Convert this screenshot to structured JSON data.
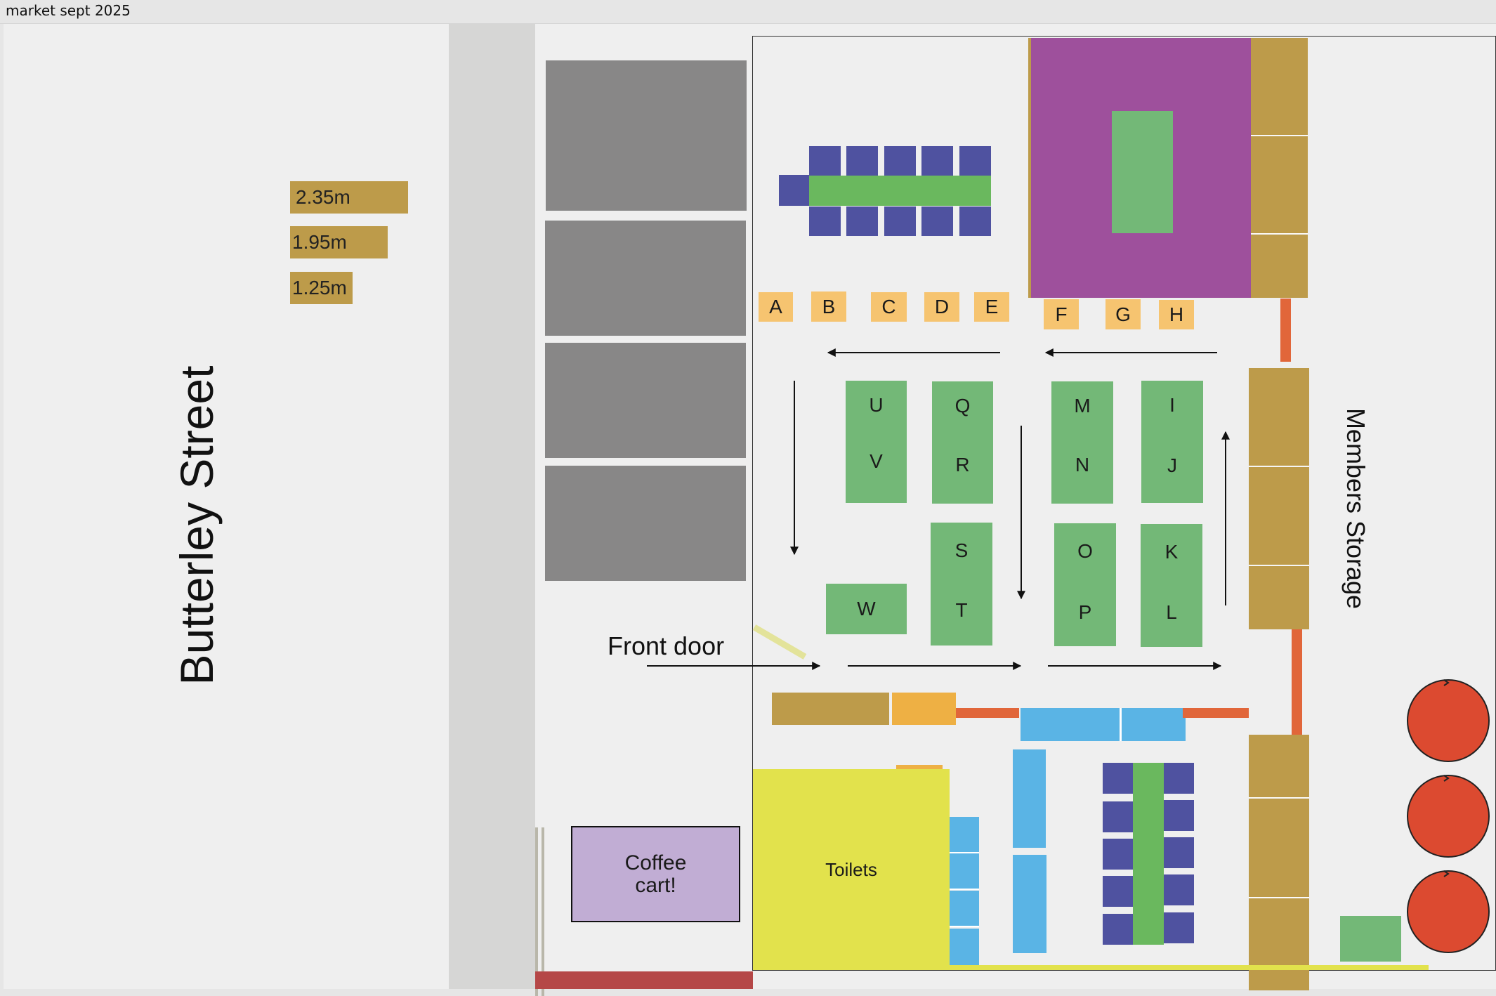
{
  "window": {
    "title": "market sept 2025"
  },
  "street": {
    "label": "Butterley Street"
  },
  "scale_key": [
    {
      "label": "2.35m",
      "length_m": 2.35
    },
    {
      "label": "1.95m",
      "length_m": 1.95
    },
    {
      "label": "1.25m",
      "length_m": 1.25
    }
  ],
  "front_door": {
    "label": "Front door"
  },
  "members_storage": {
    "label": "Members Storage"
  },
  "coffee_cart": {
    "line1": "Coffee",
    "line2": "cart!"
  },
  "toilets": {
    "label": "Toilets"
  },
  "stalls": {
    "A": "A",
    "B": "B",
    "C": "C",
    "D": "D",
    "E": "E",
    "F": "F",
    "G": "G",
    "H": "H",
    "I": "I",
    "J": "J",
    "K": "K",
    "L": "L",
    "M": "M",
    "N": "N",
    "O": "O",
    "P": "P",
    "Q": "Q",
    "R": "R",
    "S": "S",
    "T": "T",
    "U": "U",
    "V": "V",
    "W": "W"
  },
  "colors": {
    "stall_orange": "#f6c470",
    "table_green": "#73b877",
    "chair_navy": "#4f52a0",
    "storage_tan": "#bd9b4a",
    "stage_purple": "#9e509c",
    "toilets_yellow": "#e2e24c",
    "coffee_lilac": "#c1add4",
    "bin_red": "#dc4a30",
    "water_blue": "#5ab4e5"
  }
}
